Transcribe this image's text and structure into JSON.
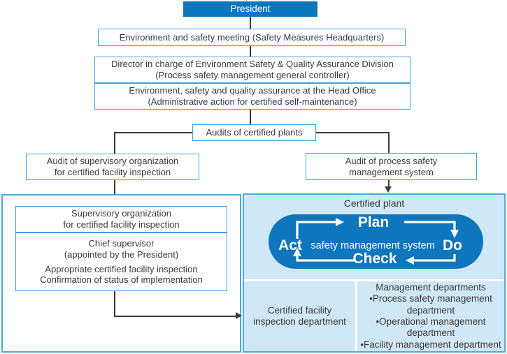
{
  "colors": {
    "primary_blue": "#0d76bc",
    "box_border_blue": "#3da0de",
    "panel_border_blue": "#4aa9e2",
    "light_blue_bg": "#d0e7f7",
    "connector_color": "#3a3a3a"
  },
  "hierarchy": {
    "president": "President",
    "meeting": "Environment and safety meeting (Safety Measures Headquarters)",
    "director": {
      "line1": "Director in charge of Environment Safety & Quality Assurance Division",
      "line2": "(Process safety management general controller)"
    },
    "head_office": {
      "line1": "Environment, safety and quality assurance at the Head Office",
      "line2": "(Administrative action for certified self-maintenance)"
    },
    "audits": "Audits of certified plants",
    "audit_supervisory": {
      "line1": "Audit of supervisory organization",
      "line2": "for certified facility inspection"
    },
    "audit_process": {
      "line1": "Audit of process safety",
      "line2": "management system"
    }
  },
  "supervisory_panel": {
    "org_box": {
      "line1": "Supervisory organization",
      "line2": "for certified facility inspection"
    },
    "duties_box": {
      "line1": "Chief supervisor",
      "line2": "(appointed by the President)",
      "line3": "Appropriate certified facility inspection",
      "line4": "Confirmation of status of implementation"
    }
  },
  "plant_panel": {
    "title": "Certified plant",
    "pdca": {
      "plan": "Plan",
      "do_label": "Do",
      "check": "Check",
      "act": "Act",
      "center_text": "safety management system"
    },
    "inspection_dept": {
      "line1": "Certified facility",
      "line2": "inspection department"
    },
    "management_depts": {
      "title": "Management departments",
      "items": [
        "•Process safety management department",
        "•Operational management department",
        "•Facility management department"
      ]
    }
  }
}
